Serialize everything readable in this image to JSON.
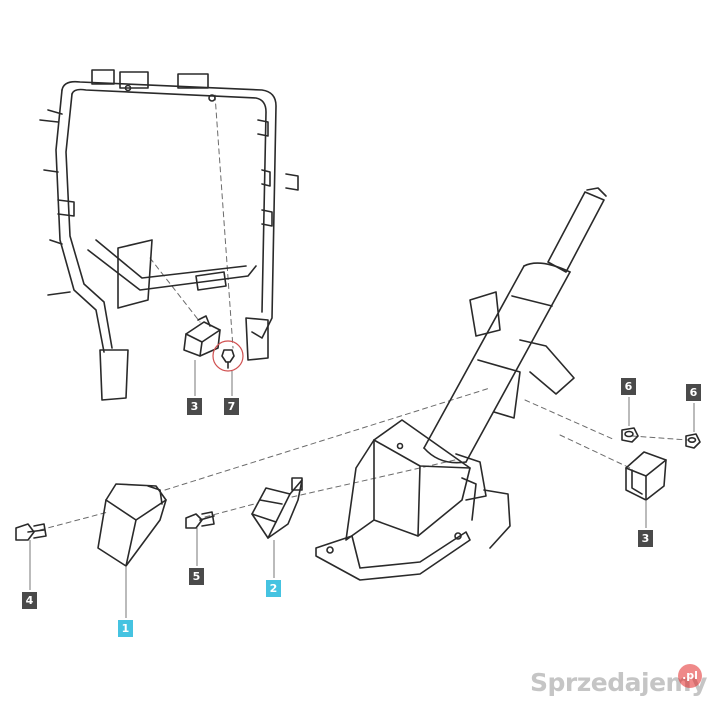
{
  "diagram": {
    "line_color": "#2a2a2a",
    "dash_color": "#6b6b6b",
    "highlight_color": "#d05050"
  },
  "callouts": [
    {
      "id": "c1",
      "label": "1",
      "style": "blue"
    },
    {
      "id": "c2",
      "label": "2",
      "style": "blue"
    },
    {
      "id": "c3a",
      "label": "3",
      "style": "dark"
    },
    {
      "id": "c3b",
      "label": "3",
      "style": "dark"
    },
    {
      "id": "c4",
      "label": "4",
      "style": "dark"
    },
    {
      "id": "c5",
      "label": "5",
      "style": "dark"
    },
    {
      "id": "c6a",
      "label": "6",
      "style": "dark"
    },
    {
      "id": "c6b",
      "label": "6",
      "style": "dark"
    },
    {
      "id": "c7",
      "label": "7",
      "style": "dark"
    }
  ],
  "watermark": {
    "text": "Sprzedajemy",
    "badge": ".pl",
    "badge_color": "#e12828"
  }
}
